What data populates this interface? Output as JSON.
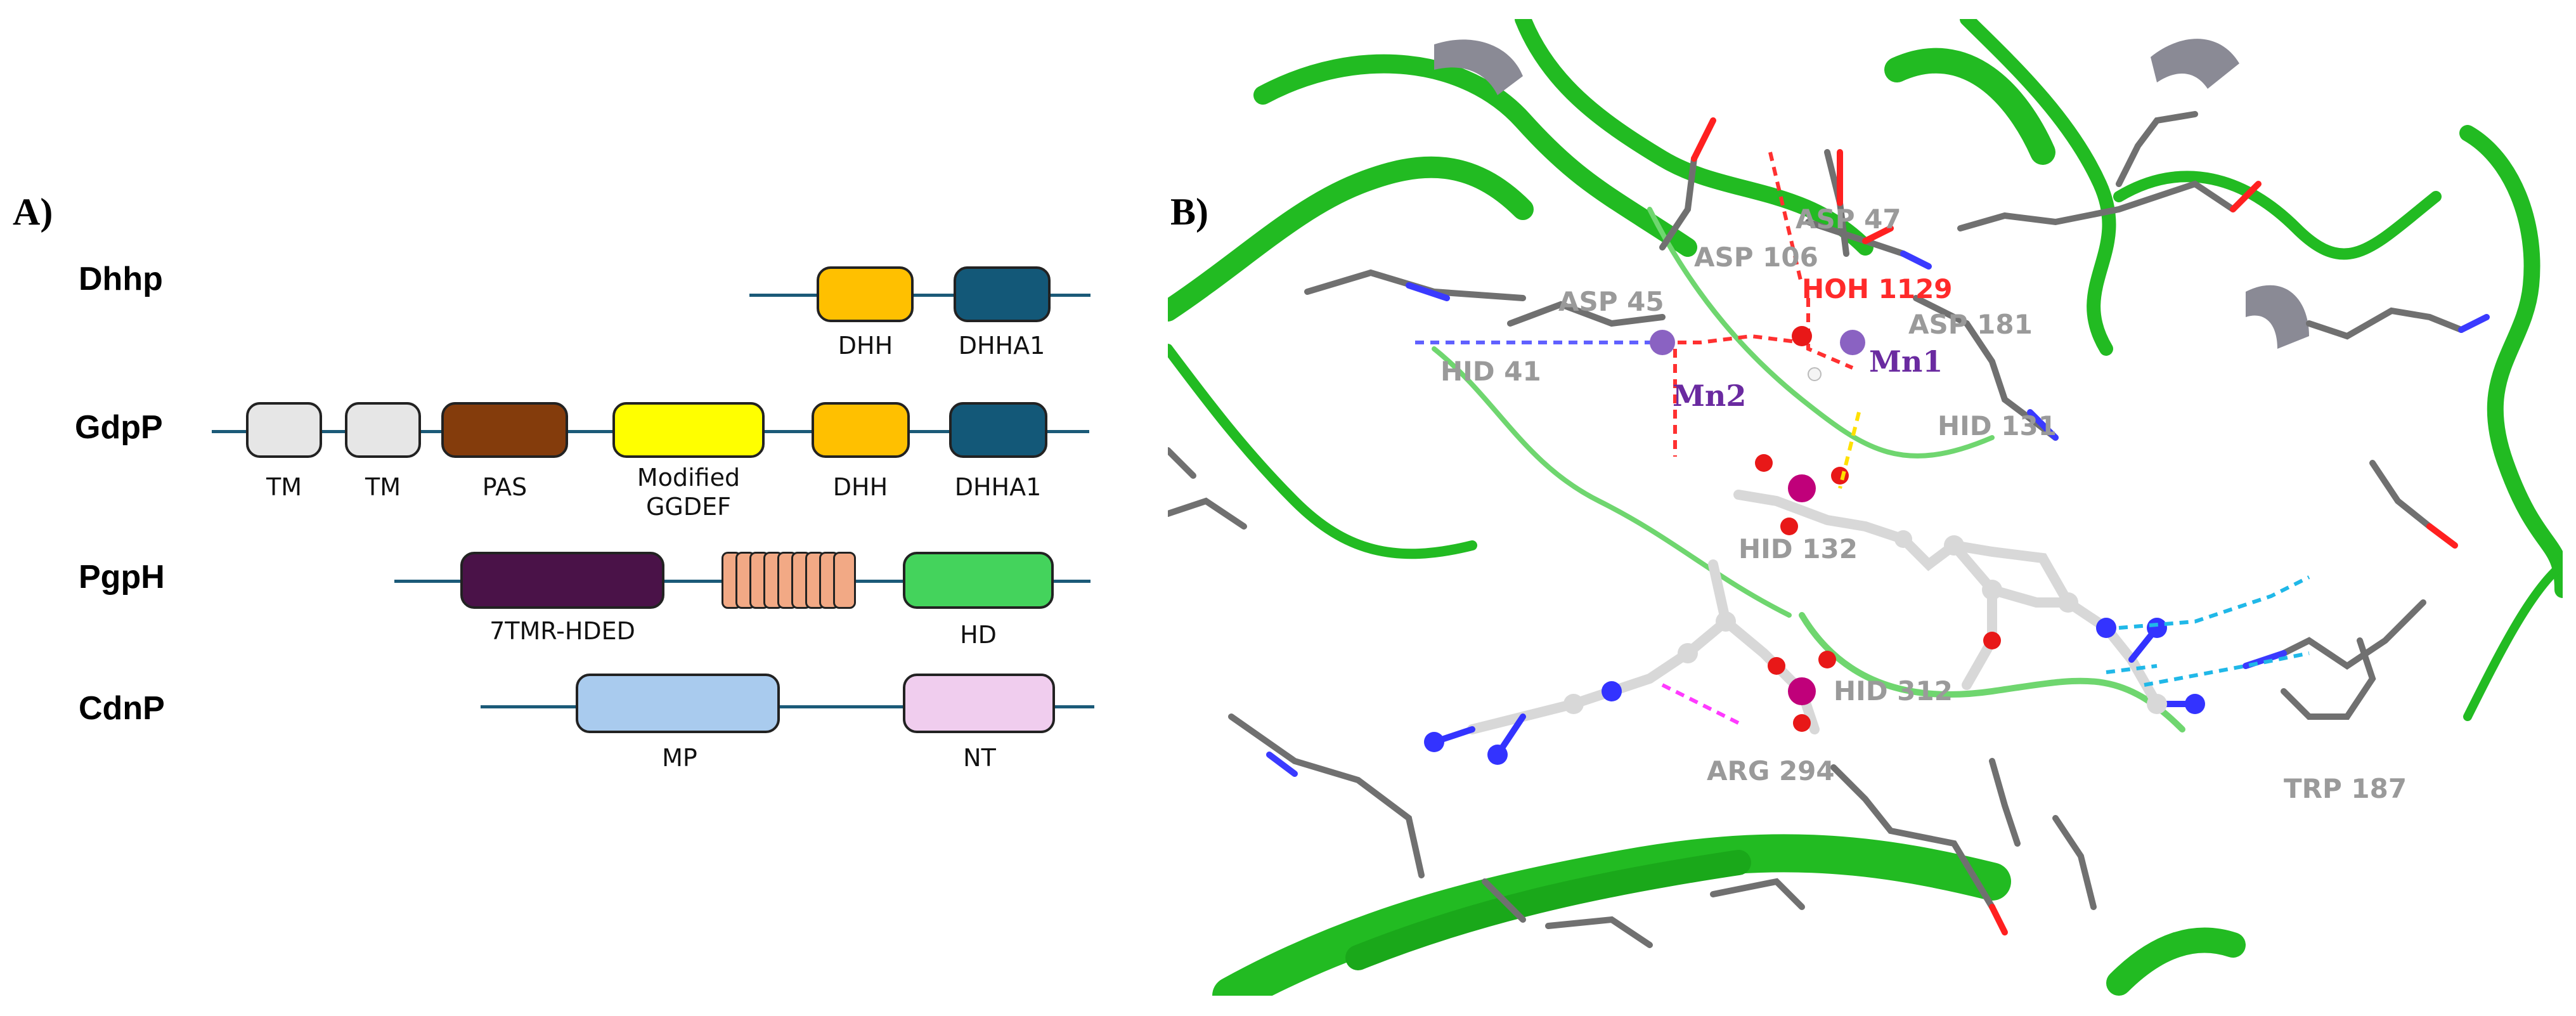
{
  "panels": {
    "a_label": "A)",
    "b_label": "B)"
  },
  "proteins": [
    {
      "name": "Dhhp",
      "domains": [
        {
          "label": "DHH",
          "color": "#ffc000"
        },
        {
          "label": "DHHA1",
          "color": "#135878"
        }
      ]
    },
    {
      "name": "GdpP",
      "domains": [
        {
          "label": "TM",
          "color": "#e6e6e6"
        },
        {
          "label": "TM",
          "color": "#e6e6e6"
        },
        {
          "label": "PAS",
          "color": "#843c0c"
        },
        {
          "label": "Modified\nGGDEF",
          "color": "#ffff00"
        },
        {
          "label": "DHH",
          "color": "#ffc000"
        },
        {
          "label": "DHHA1",
          "color": "#135878"
        }
      ]
    },
    {
      "name": "PgpH",
      "domains": [
        {
          "label": "7TMR-HDED",
          "color": "#4a1248"
        },
        {
          "label": "",
          "color": "#f2a985"
        },
        {
          "label": "HD",
          "color": "#44d35c"
        }
      ]
    },
    {
      "name": "CdnP",
      "domains": [
        {
          "label": "MP",
          "color": "#a9cbee"
        },
        {
          "label": "NT",
          "color": "#f0cdee"
        }
      ]
    }
  ],
  "structure": {
    "residues": [
      "ASP 47",
      "ASP 106",
      "ASP 45",
      "HID 41",
      "ASP 181",
      "HID 131",
      "HID 132",
      "HID 312",
      "ARG 294",
      "TRP 187"
    ],
    "metals": [
      "Mn1",
      "Mn2"
    ],
    "water": "HOH 1129"
  }
}
